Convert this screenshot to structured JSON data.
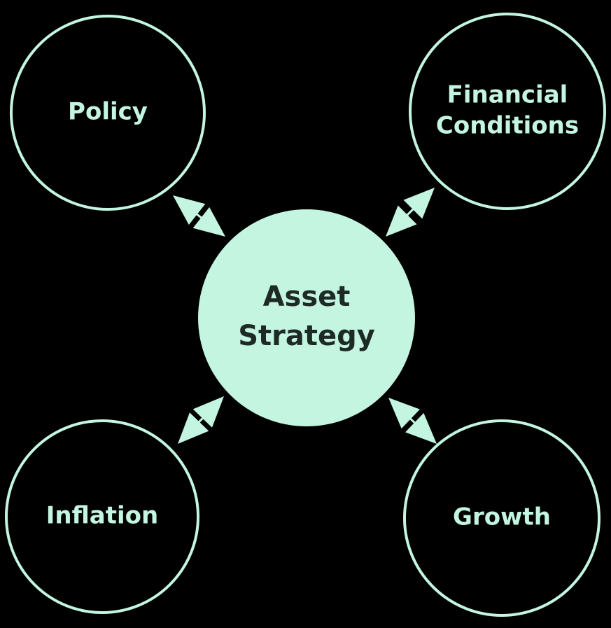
{
  "diagram": {
    "center": {
      "label_lines": [
        "Asset",
        "Strategy"
      ]
    },
    "nodes": [
      {
        "id": "policy",
        "label_lines": [
          "Policy"
        ]
      },
      {
        "id": "financial-conditions",
        "label_lines": [
          "Financial",
          "Conditions"
        ]
      },
      {
        "id": "inflation",
        "label_lines": [
          "Inflation"
        ]
      },
      {
        "id": "growth",
        "label_lines": [
          "Growth"
        ]
      }
    ],
    "connectors": [
      {
        "from": "center",
        "to": "policy",
        "style": "bidirectional-arrow"
      },
      {
        "from": "center",
        "to": "financial-conditions",
        "style": "bidirectional-arrow"
      },
      {
        "from": "center",
        "to": "inflation",
        "style": "bidirectional-arrow"
      },
      {
        "from": "center",
        "to": "growth",
        "style": "bidirectional-arrow"
      }
    ]
  },
  "colors": {
    "background": "#000000",
    "accent": "#c3f5e0",
    "outer_fill": "#000000",
    "center_text": "#1e2a26"
  }
}
